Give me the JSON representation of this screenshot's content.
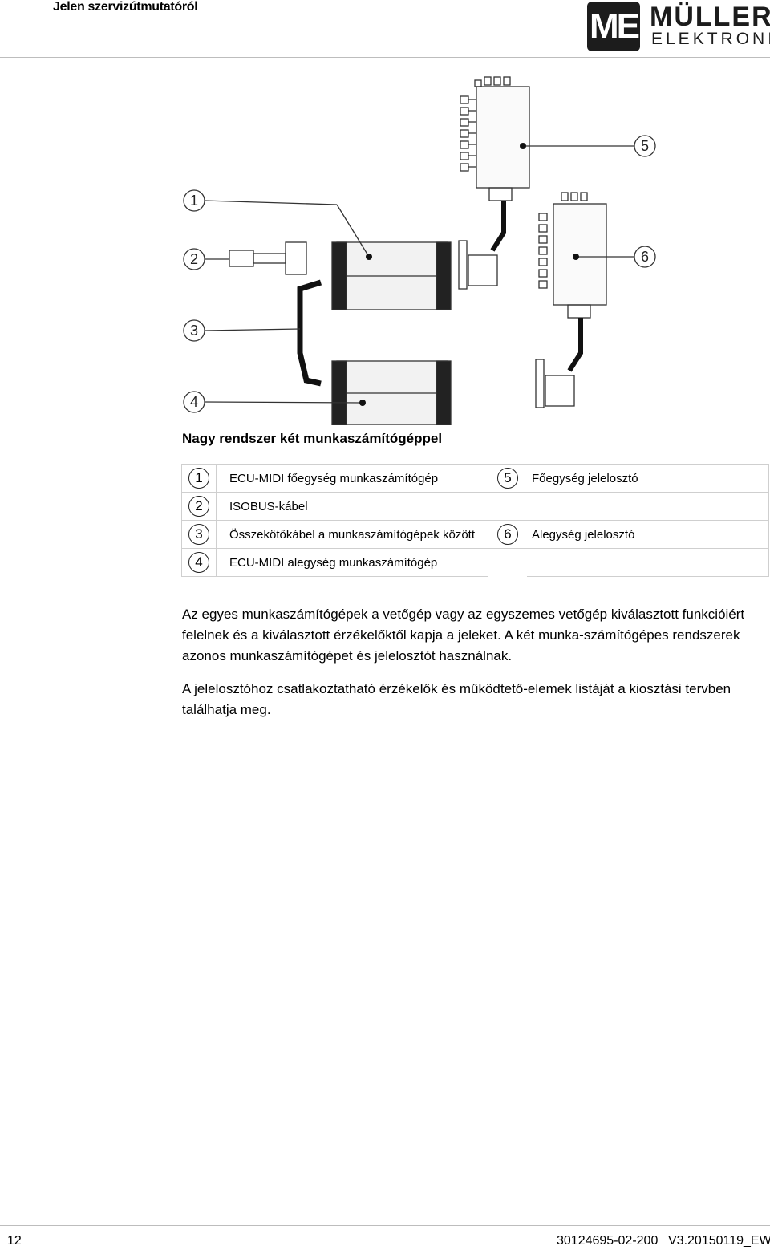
{
  "header": {
    "section_title": "Jelen szervizútmutatóról",
    "logo": {
      "mark": "ME",
      "line1": "MÜLLER",
      "line2": "ELEKTRONIK"
    }
  },
  "diagram": {
    "callouts": [
      "1",
      "2",
      "3",
      "4",
      "5",
      "6"
    ]
  },
  "caption": "Nagy rendszer két munkaszámítógéppel",
  "legend": {
    "rows": [
      {
        "num": "1",
        "label": "ECU-MIDI főegység munkaszámítógép"
      },
      {
        "num": "2",
        "label": "ISOBUS-kábel"
      },
      {
        "num": "3",
        "label": "Összekötőkábel a munkaszámítógépek között"
      },
      {
        "num": "4",
        "label": "ECU-MIDI alegység munkaszámítógép"
      }
    ],
    "right": [
      {
        "num": "5",
        "label": "Főegység jelelosztó"
      },
      {
        "num": "6",
        "label": "Alegység jelelosztó"
      }
    ]
  },
  "paragraphs": [
    "Az egyes munkaszámítógépek a vetőgép vagy az egyszemes vetőgép kiválasztott funkcióiért felelnek és a kiválasztott érzékelőktől kapja a jeleket. A két munka-számítógépes rendszerek azonos munkaszámítógépet és jelelosztót használnak.",
    "A jelelosztóhoz csatlakoztatható érzékelők és működtető-elemek listáját a kiosztási tervben találhatja meg."
  ],
  "footer": {
    "page": "12",
    "doc_number": "30124695-02-200",
    "version": "V3.20150119_EW"
  }
}
